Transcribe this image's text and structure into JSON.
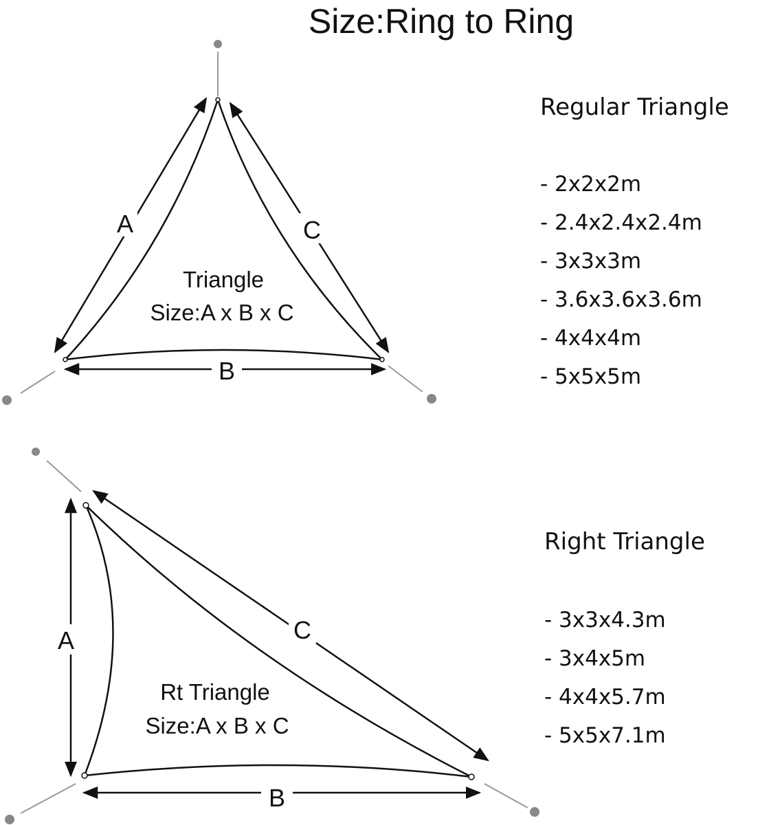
{
  "title": "Size:Ring to Ring",
  "regular": {
    "heading": "Regular Triangle",
    "sizes": [
      "- 2x2x2m",
      "- 2.4x2.4x2.4m",
      "- 3x3x3m",
      "- 3.6x3.6x3.6m",
      "- 4x4x4m",
      "- 5x5x5m"
    ],
    "diagram": {
      "name_line1": "Triangle",
      "name_line2": "Size:A x B x C",
      "side_a": "A",
      "side_b": "B",
      "side_c": "C"
    }
  },
  "right": {
    "heading": "Right Triangle",
    "sizes": [
      "- 3x3x4.3m",
      "- 3x4x5m",
      "- 4x4x5.7m",
      "- 5x5x7.1m"
    ],
    "diagram": {
      "name_line1": "Rt Triangle",
      "name_line2": "Size:A x B x C",
      "side_a": "A",
      "side_b": "B",
      "side_c": "C"
    }
  },
  "colors": {
    "line": "#111111",
    "ring": "#888888",
    "guy_line": "#999999"
  }
}
